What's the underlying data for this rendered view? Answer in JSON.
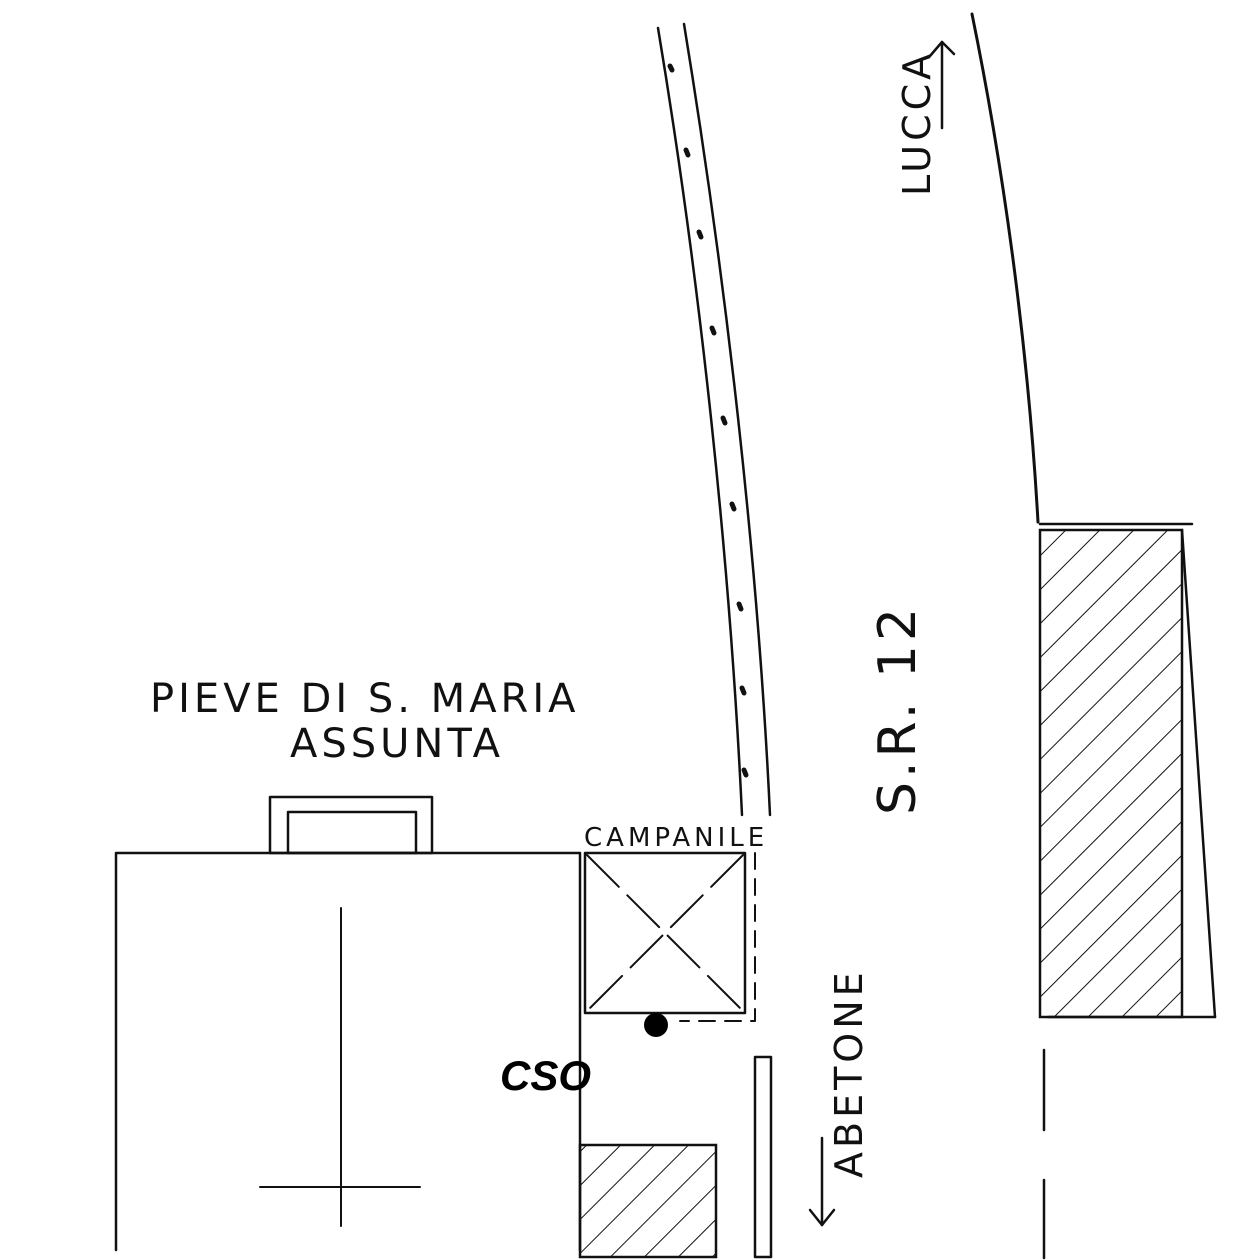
{
  "labels": {
    "church_line1": "PIEVE DI S. MARIA",
    "church_line2": "ASSUNTA",
    "bell_tower": "CAMPANILE",
    "road": "S.R. 12",
    "direction_north": "LUCCA",
    "direction_south": "ABETONE",
    "marker": "CSO"
  },
  "colors": {
    "ink": "#111111",
    "background": "#ffffff",
    "marker": "#000000"
  },
  "icons": {
    "north_arrow": "arrow-up-icon",
    "south_arrow": "arrow-down-icon",
    "marker_dot": "filled-circle-icon"
  }
}
